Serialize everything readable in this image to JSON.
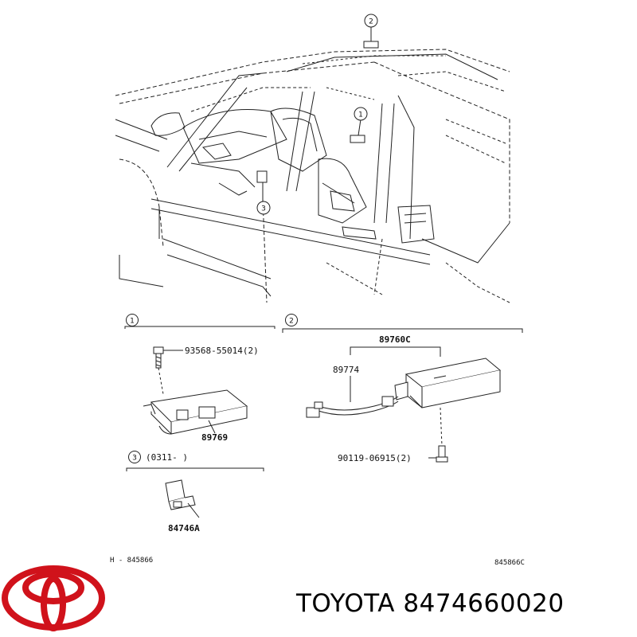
{
  "callouts": {
    "c1": "1",
    "c2": "2",
    "c3": "3"
  },
  "part_labels": {
    "screw_1": "93568-55014(2)",
    "unit_1": "89769",
    "group_3_range": "(0311-      )",
    "part_3": "84746A",
    "assembly_2": "89760C",
    "harness_2": "89774",
    "bolt_2": "90119-06915(2)"
  },
  "figure_codes": {
    "left": "H - 845866",
    "right": "845866C"
  },
  "brand": {
    "logo": "toyota-logo",
    "caption": "TOYOTA 8474660020",
    "logo_color": "#d0121b"
  }
}
